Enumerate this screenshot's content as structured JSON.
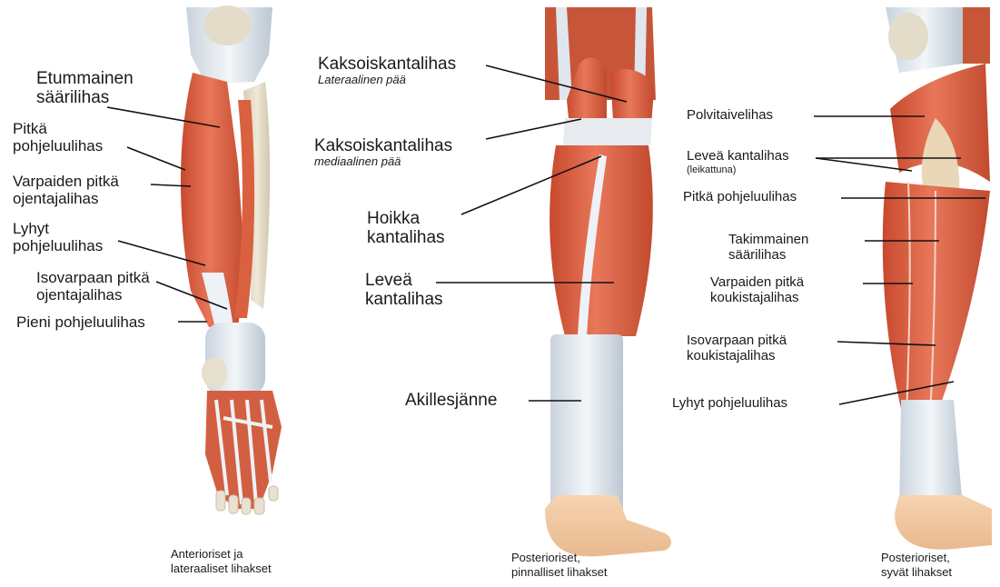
{
  "panels": [
    {
      "caption": [
        "Anterioriset ja",
        "lateraaliset lihakset"
      ],
      "labels": [
        {
          "lines": [
            "Etummainen",
            "säärilihas"
          ]
        },
        {
          "lines": [
            "Pitkä",
            "pohjeluulihas"
          ]
        },
        {
          "lines": [
            "Varpaiden pitkä",
            "ojentajalihas"
          ]
        },
        {
          "lines": [
            "Lyhyt",
            "pohjeluulihas"
          ]
        },
        {
          "lines": [
            "Isovarpaan pitkä",
            "ojentajalihas"
          ]
        },
        {
          "lines": [
            "Pieni pohjeluulihas"
          ]
        }
      ]
    },
    {
      "caption": [
        "Posterioriset,",
        "pinnalliset lihakset"
      ],
      "labels": [
        {
          "lines": [
            "Kaksoiskantalihas"
          ],
          "sub": "Lateraalinen pää"
        },
        {
          "lines": [
            "Kaksoiskantalihas"
          ],
          "sub": "mediaalinen pää"
        },
        {
          "lines": [
            "Hoikka",
            "kantalihas"
          ]
        },
        {
          "lines": [
            "Leveä",
            "kantalihas"
          ]
        },
        {
          "lines": [
            "Akillesjänne"
          ]
        }
      ]
    },
    {
      "caption": [
        "Posterioriset,",
        "syvät lihakset"
      ],
      "labels": [
        {
          "lines": [
            "Polvitaivelihas"
          ]
        },
        {
          "lines": [
            "Leveä kantalihas"
          ],
          "sub": "(leikattuna)"
        },
        {
          "lines": [
            "Pitkä pohjeluulihas"
          ]
        },
        {
          "lines": [
            "Takimmainen",
            "säärilihas"
          ]
        },
        {
          "lines": [
            "Varpaiden pitkä",
            "koukistajalihas"
          ]
        },
        {
          "lines": [
            "Isovarpaan pitkä",
            "koukistajalihas"
          ]
        },
        {
          "lines": [
            "Lyhyt pohjeluulihas"
          ]
        }
      ]
    }
  ]
}
